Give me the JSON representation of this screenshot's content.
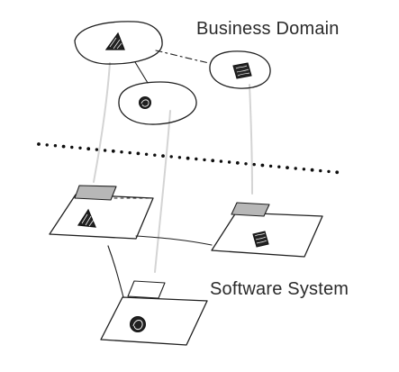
{
  "diagram": {
    "labels": {
      "business_domain": "Business Domain",
      "software_system": "Software System"
    },
    "nodes": {
      "business": [
        {
          "name": "domain-ellipse-left",
          "icon": "triangle-icon",
          "mark": "triangle",
          "level": "business"
        },
        {
          "name": "domain-ellipse-center",
          "icon": "circle-icon",
          "mark": "circle",
          "level": "business"
        },
        {
          "name": "domain-ellipse-right",
          "icon": "scribble-square-icon",
          "mark": "square",
          "level": "business"
        }
      ],
      "software": [
        {
          "name": "software-module-left",
          "icon": "triangle-icon",
          "mark": "triangle",
          "level": "software"
        },
        {
          "name": "software-module-right",
          "icon": "scribble-square-icon",
          "mark": "square",
          "level": "software"
        },
        {
          "name": "software-module-bottom",
          "icon": "circle-icon",
          "mark": "circle",
          "level": "software"
        }
      ]
    },
    "colors": {
      "ink": "#1f1f1f",
      "guide": "#d4d4d4",
      "tab_fill": "#b7b7b7",
      "background": "#ffffff"
    }
  }
}
